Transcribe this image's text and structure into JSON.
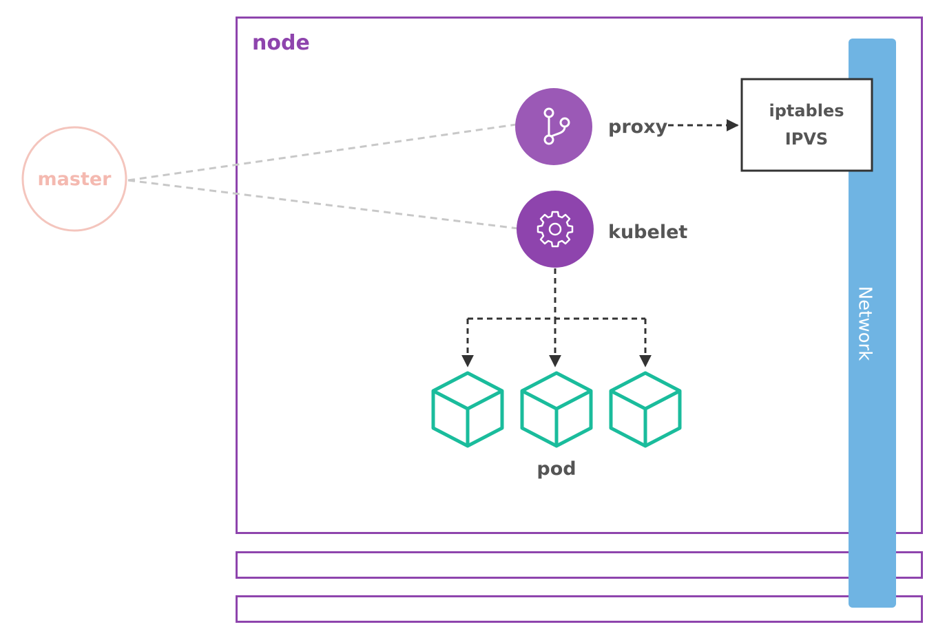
{
  "labels": {
    "node": "node",
    "master": "master",
    "proxy": "proxy",
    "kubelet": "kubelet",
    "iptables": "iptables",
    "ipvs": "IPVS",
    "pod": "pod",
    "network": "Network"
  },
  "colors": {
    "node_border": "#8e44ad",
    "master": "#f4b9b0",
    "proxy_circle": "#9b59b6",
    "kubelet_circle": "#8e44ad",
    "network_bar": "#6fb4e3",
    "pod_cube": "#1abc9c",
    "arrow": "#333333",
    "master_link": "#c8c8c8",
    "text": "#555555"
  },
  "icons": {
    "proxy": "branch-icon",
    "kubelet": "gear-icon",
    "pod": "cube-icon"
  },
  "pods": [
    "pod-1",
    "pod-2",
    "pod-3"
  ]
}
